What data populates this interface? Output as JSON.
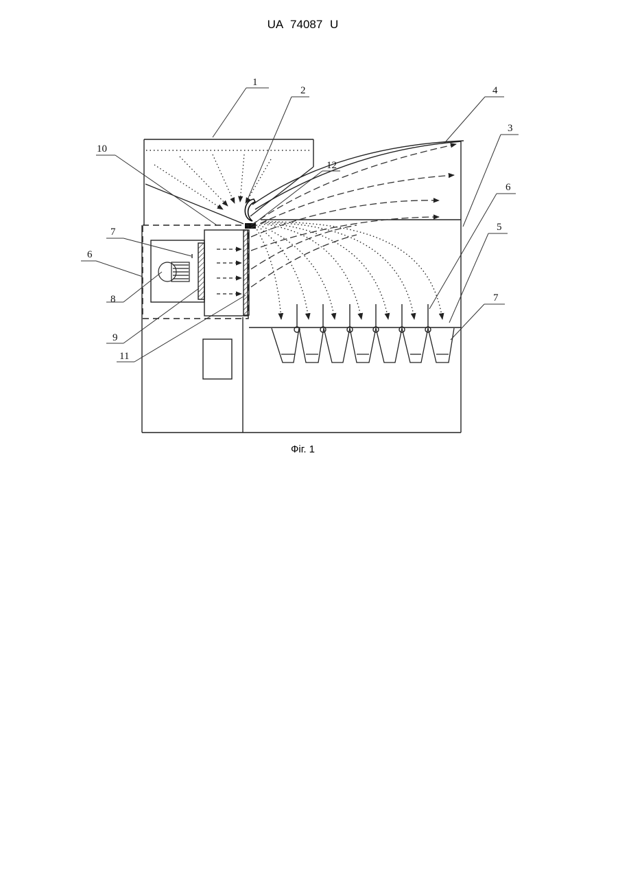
{
  "document": {
    "header": "UA   74087   U",
    "caption": "Фіг. 1"
  },
  "figure": {
    "labels": {
      "l1": "1",
      "l2": "2",
      "l3": "3",
      "l4": "4",
      "l5": "5",
      "l6_right": "6",
      "l7_right": "7",
      "l10": "10",
      "l12": "12",
      "l7_left": "7",
      "l6_left": "6",
      "l8": "8",
      "l9": "9",
      "l11": "11"
    }
  }
}
